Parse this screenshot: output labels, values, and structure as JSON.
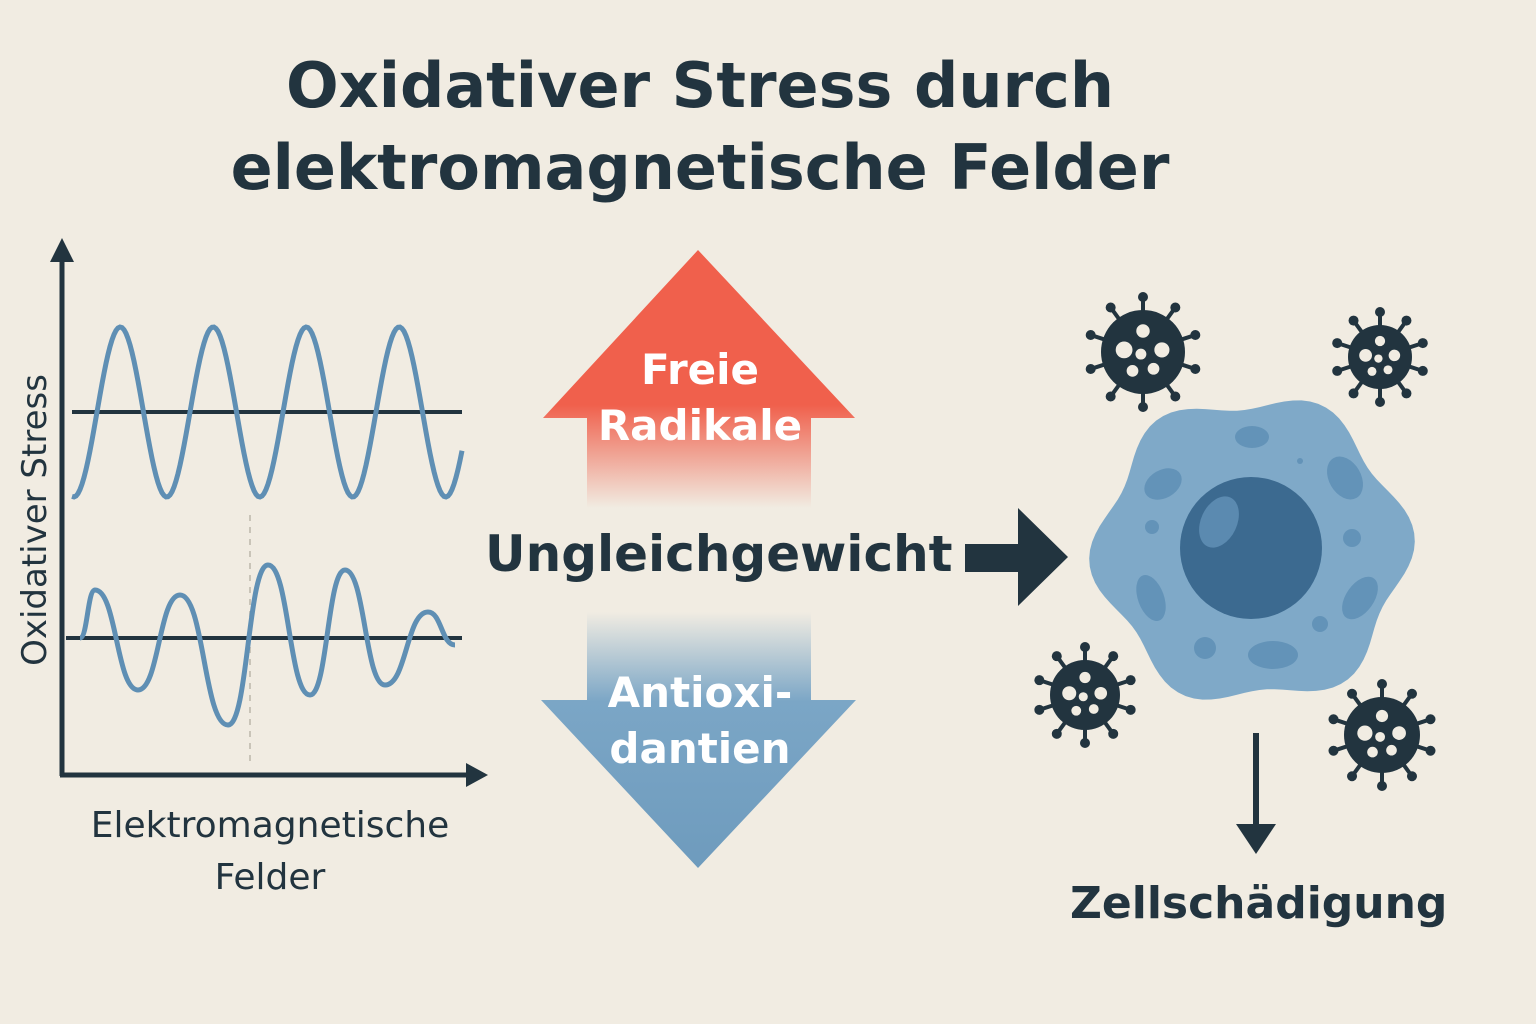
{
  "title": [
    "Oxidativer Stress durch",
    "elektromagnetische Felder"
  ],
  "chart": {
    "y_axis_label": "Oxidativer Stress",
    "x_axis_label": [
      "Elektromagnetische",
      "Felder"
    ]
  },
  "balance": {
    "up_label": [
      "Freie",
      "Radikale"
    ],
    "center_label": "Ungleichgewicht",
    "down_label": [
      "Antioxi-",
      "dantien"
    ]
  },
  "outcome": {
    "label": "Zellschädigung"
  },
  "colors": {
    "background": "#f1ece2",
    "dark": "#22343f",
    "wave": "#5f8fb4",
    "red": "#f0604c",
    "blue": "#6e9bbd",
    "cell": "#7fa9c8",
    "nucleus": "#3c6a90"
  },
  "icons": [
    "virus-icon",
    "cell-icon",
    "arrow-right-icon",
    "arrow-down-icon"
  ]
}
